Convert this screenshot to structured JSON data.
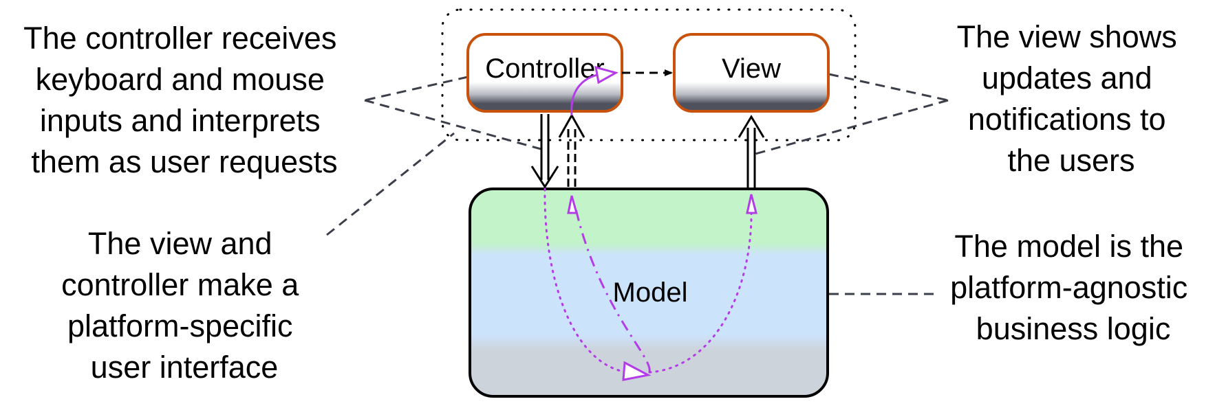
{
  "boxes": {
    "controller": "Controller",
    "view": "View",
    "model": "Model"
  },
  "notes": {
    "controller": [
      "The controller receives",
      "keyboard and mouse",
      "inputs and interprets",
      "them as user requests"
    ],
    "view": [
      "The view shows",
      "updates and",
      "notifications to",
      "the users"
    ],
    "platform": [
      "The view and",
      "controller make a",
      "platform-specific",
      "user interface"
    ],
    "model": [
      "The model is the",
      "platform-agnostic",
      "business logic"
    ]
  },
  "colors": {
    "box_border": "#c8520c",
    "model_green": "#c3f3c8",
    "model_blue": "#cce3fc",
    "model_gray": "#cdd3da",
    "flow": "#b43be8",
    "dashed_line": "#3b3f4a"
  }
}
